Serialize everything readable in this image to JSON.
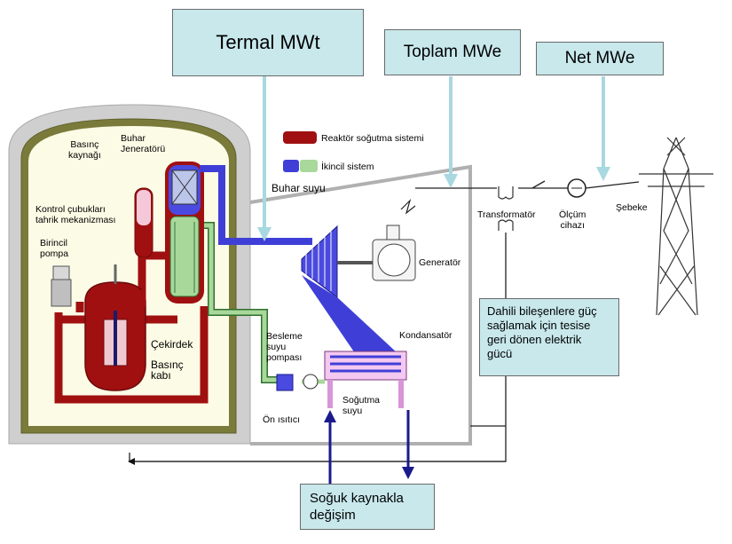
{
  "boxes": {
    "thermal": "Termal MWt",
    "gross": "Toplam MWe",
    "net": "Net MWe",
    "internal_power": "Dahili bileşenlere güç\nsağlamak için tesise\ngeri dönen elektrik\ngücü",
    "cold_source": "Soğuk kaynakla\ndeğişim"
  },
  "legend": {
    "reactor_cooling": "Reaktör soğutma sistemi",
    "secondary": "İkincil sistem"
  },
  "labels": {
    "pressurizer": "Basınç\nkaynağı",
    "steam_generator": "Buhar\nJeneratörü",
    "control_rods": "Kontrol çubukları\ntahrik mekanizması",
    "primary_pump": "Birincil\npompa",
    "core": "Çekirdek",
    "pressure_vessel": "Basınç\nkabı",
    "steam_water": "Buhar suyu",
    "generator": "Generatör",
    "transformer": "Transformatör",
    "meter": "Ölçüm\ncihazı",
    "grid": "Şebeke",
    "condenser": "Kondansatör",
    "feed_pump": "Besleme\nsuyu\npompası",
    "preheater": "Ön ısıtıcı",
    "cooling_water": "Soğutma\nsuyu"
  },
  "colors": {
    "box_fill": "#c8e8ec",
    "reactor_loop": "#a01010",
    "secondary_blue": "#3f3fd8",
    "secondary_green": "#a8d89a",
    "arrow_cyan": "#a8d8e0",
    "arrow_navy": "#1a1a8c",
    "containment": "#cccccc"
  }
}
